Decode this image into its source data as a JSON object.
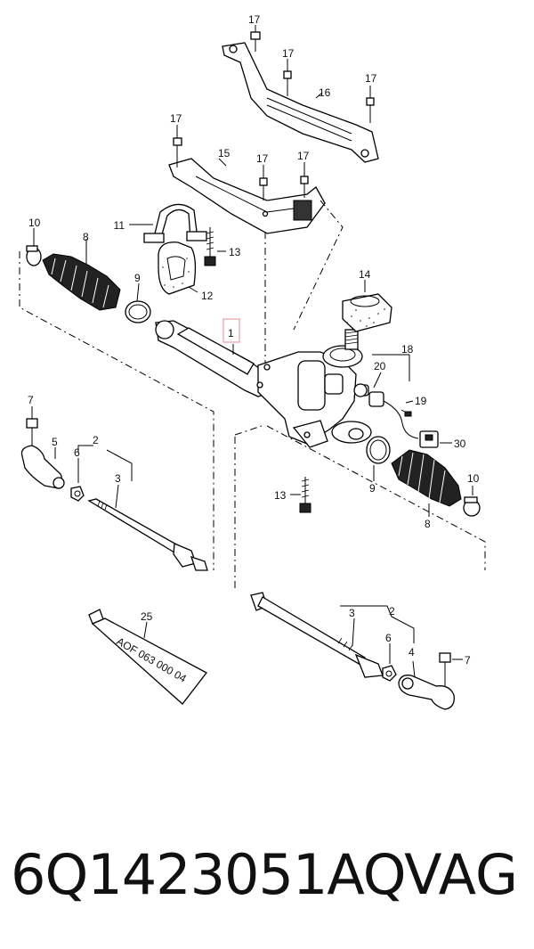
{
  "callouts": {
    "c17a": "17",
    "c17b": "17",
    "c17c": "17",
    "c17d": "17",
    "c17e": "17",
    "c17f": "17",
    "c16": "16",
    "c15": "15",
    "c14": "14",
    "c10a": "10",
    "c10b": "10",
    "c8a": "8",
    "c8b": "8",
    "c11": "11",
    "c13a": "13",
    "c13b": "13",
    "c12": "12",
    "c9a": "9",
    "c9b": "9",
    "c1": "1",
    "c18": "18",
    "c19": "19",
    "c20": "20",
    "c30": "30",
    "c7a": "7",
    "c7b": "7",
    "c5": "5",
    "c6a": "6",
    "c6b": "6",
    "c2a": "2",
    "c2b": "2",
    "c3a": "3",
    "c3b": "3",
    "c4": "4",
    "c25": "25"
  },
  "tube_text": "AOF 063 000 04",
  "part_number": "6Q1423051AQ",
  "brand": "VAG",
  "highlight_color": "#e8a0a8"
}
